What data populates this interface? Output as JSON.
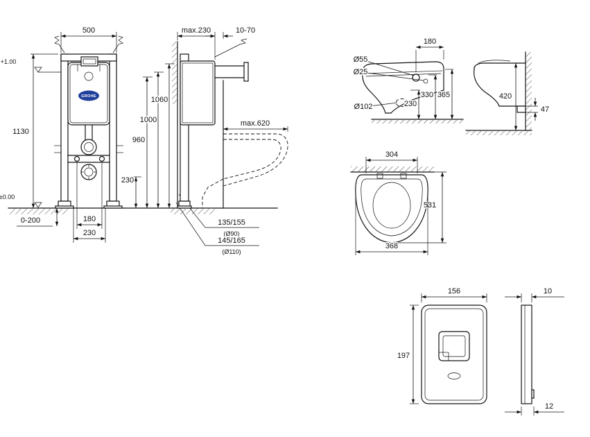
{
  "drawing": {
    "frame": {
      "w500": "500",
      "d230": "max.230",
      "wall1070": "10-70",
      "h1130": "1130",
      "h1060": "1060",
      "h1000": "1000",
      "h960": "960",
      "h230": "230",
      "level_top": "+1.00",
      "level_floor": "±0.00",
      "feet": "0-200",
      "b180": "180",
      "b230": "230",
      "max620": "max.620",
      "out1": "135/155",
      "out1d": "(Ø90)",
      "out2": "145/165",
      "out2d": "(Ø110)",
      "brand": "GROHE"
    },
    "bowl_side": {
      "d55": "Ø55",
      "d25": "Ø25",
      "top180": "180",
      "h365": "365",
      "h330": "330",
      "h230": "230",
      "d102": "Ø102",
      "h420": "420",
      "h47": "47"
    },
    "bowl_top": {
      "w304": "304",
      "l531": "531",
      "w368": "368"
    },
    "plate": {
      "w156": "156",
      "h197": "197",
      "t10": "10",
      "t12": "12"
    }
  }
}
